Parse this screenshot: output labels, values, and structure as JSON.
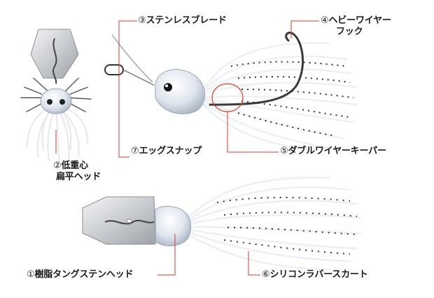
{
  "labels": {
    "blade": {
      "number": "③",
      "text": "ステンレスブレード"
    },
    "hook": {
      "number": "④",
      "text": "ヘビーワイヤー",
      "text2": "フック"
    },
    "head_flat": {
      "number": "②",
      "text": "低重心",
      "text2": "扁平ヘッド"
    },
    "snap": {
      "number": "⑦",
      "text": "エッグスナップ"
    },
    "keeper": {
      "number": "⑤",
      "text": "ダブルワイヤーキーパー"
    },
    "resin_head": {
      "number": "①",
      "text": "樹脂タングステンヘッド"
    },
    "skirt": {
      "number": "⑥",
      "text": "シリコンラバースカート"
    }
  },
  "colors": {
    "leader": "#e23a2a",
    "skirt_white": "#f2f4f7",
    "skirt_dot": "#2a2a2a",
    "blade_silver": "#c9ccd0",
    "head": "#e9edf3",
    "hook": "#3a3a3a"
  }
}
